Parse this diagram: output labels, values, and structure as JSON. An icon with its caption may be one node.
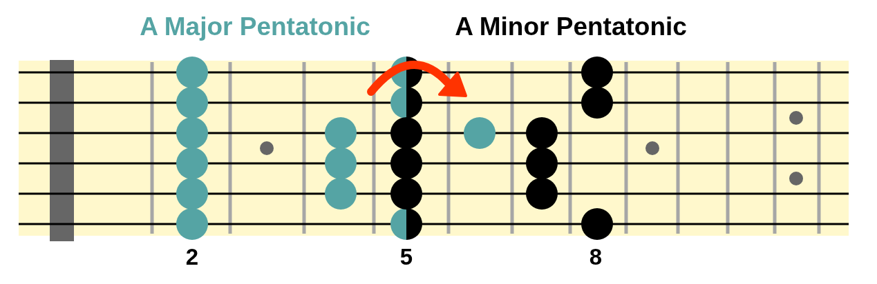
{
  "diagram": {
    "labels": [
      "A Major Pentatonic",
      "A Minor Pentatonic",
      "2",
      "5",
      "8"
    ]
  }
}
